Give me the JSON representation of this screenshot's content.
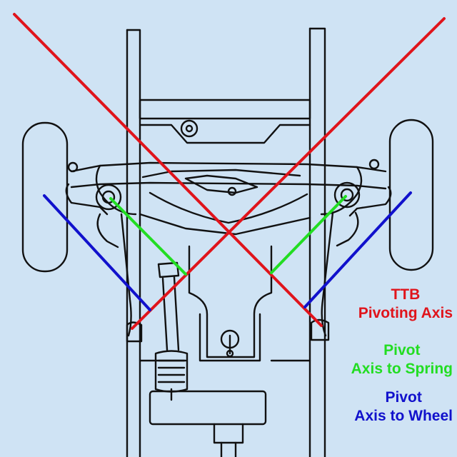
{
  "colors": {
    "background": "#cfe3f4",
    "drawing": "#111111",
    "ttb_axis": "#e0141b",
    "spring_axis": "#22dd22",
    "wheel_axis": "#1111cc"
  },
  "legend": {
    "ttb": {
      "line1": "TTB",
      "line2": "Pivoting Axis"
    },
    "spring": {
      "line1": "Pivot",
      "line2": "Axis to Spring"
    },
    "wheel": {
      "line1": "Pivot",
      "line2": "Axis to Wheel"
    }
  }
}
